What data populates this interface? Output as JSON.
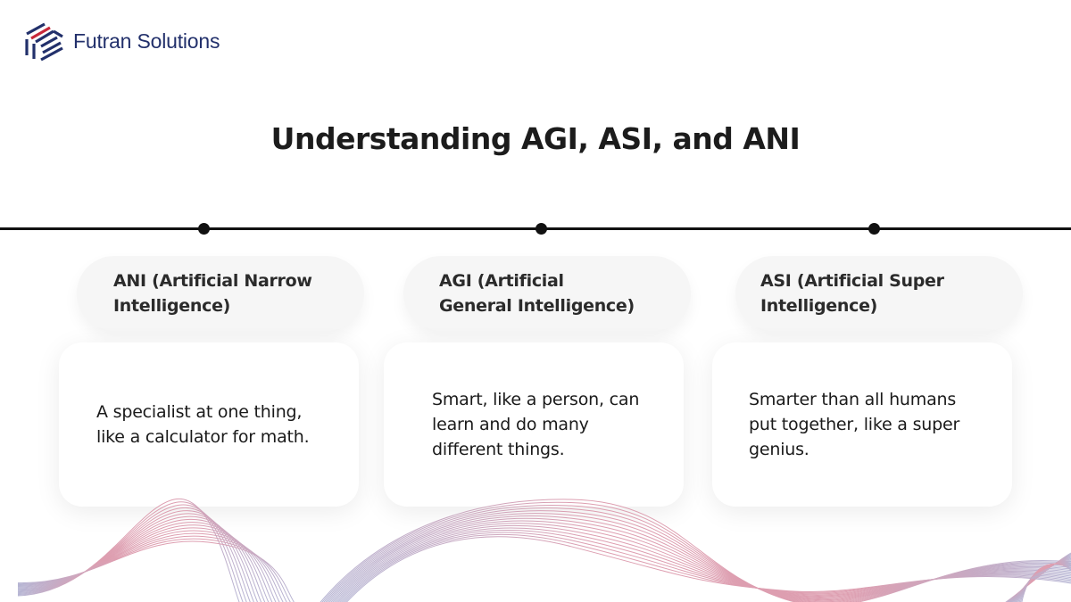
{
  "brand": {
    "name": "Futran Solutions",
    "logo_icon": "futran-hexagon-logo-icon",
    "colors": {
      "navy": "#22306b",
      "red": "#c8283a"
    }
  },
  "title": "Understanding AGI, ASI, and ANI",
  "timeline": {
    "line_color": "#111111",
    "stages": [
      {
        "label": "ANI (Artificial Narrow Intelligence)",
        "label_lines": [
          "ANI (Artificial Narrow",
          "Intelligence)"
        ],
        "description": "A specialist at one thing, like a calculator for math."
      },
      {
        "label": "AGI (Artificial General Intelligence)",
        "label_lines": [
          "AGI (Artificial",
          "General Intelligence)"
        ],
        "description": "Smart, like a person, can learn and do many different things."
      },
      {
        "label": "ASI (Artificial Super Intelligence)",
        "label_lines": [
          "ASI (Artificial Super",
          "Intelligence)"
        ],
        "description": "Smarter than all humans put together, like a super genius."
      }
    ]
  },
  "decoration": {
    "wave_colors": {
      "lavender": "#a9a8cc",
      "rose": "#d88ea3"
    }
  }
}
